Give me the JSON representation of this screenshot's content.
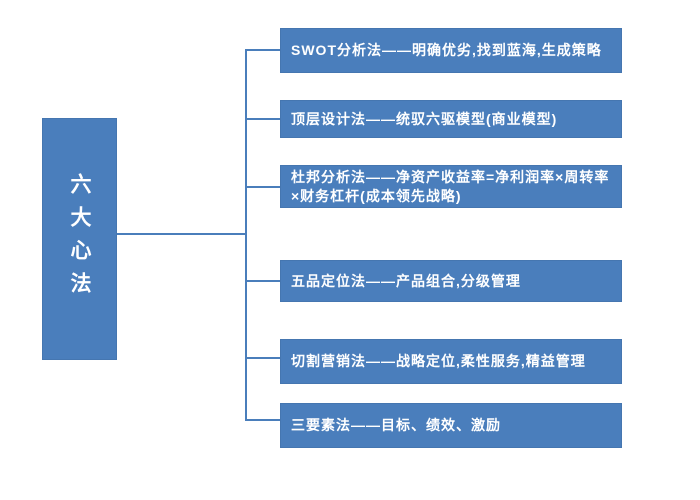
{
  "diagram": {
    "type": "mindmap-tree",
    "root": {
      "label": "六大心法"
    },
    "branches": [
      {
        "label": "SWOT分析法——明确优劣,找到蓝海,生成策略"
      },
      {
        "label": "顶层设计法——统驭六驱模型(商业模型)"
      },
      {
        "label": "杜邦分析法——净资产收益率=净利润率×周转率×财务杠杆(成本领先战略)"
      },
      {
        "label": "五品定位法——产品组合,分级管理"
      },
      {
        "label": "切割营销法——战略定位,柔性服务,精益管理"
      },
      {
        "label": "三要素法——目标、绩效、激励"
      }
    ],
    "colors": {
      "node_fill": "#4a7ebc",
      "connector": "#4a7ebb",
      "text": "#ffffff",
      "background": "#ffffff"
    }
  }
}
